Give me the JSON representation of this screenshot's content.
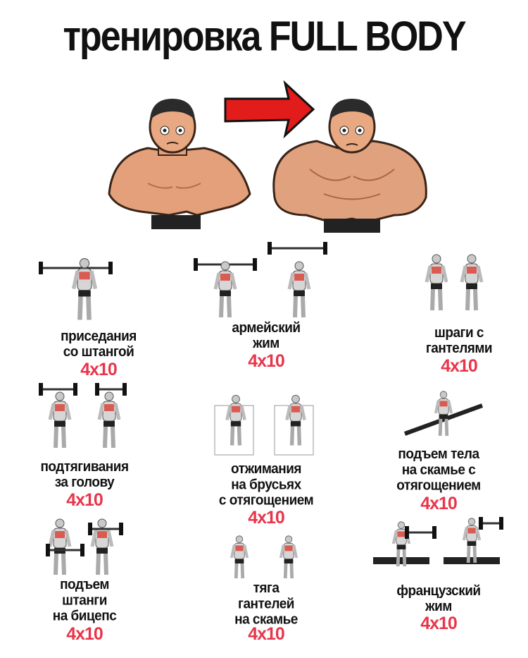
{
  "title": "тренировка FULL BODY",
  "accent_color": "#e8354a",
  "hero": {
    "before_icon": "skinny-man-icon",
    "arrow_icon": "red-arrow-icon",
    "after_icon": "muscular-man-icon"
  },
  "exercises": [
    {
      "name": "приседания\nсо штангой",
      "sets": "4x10",
      "icon": "barbell-squat-icon"
    },
    {
      "name": "армейский\nжим",
      "sets": "4x10",
      "icon": "overhead-press-icon"
    },
    {
      "name": "шраги с\nгантелями",
      "sets": "4x10",
      "icon": "dumbbell-shrug-icon"
    },
    {
      "name": "подтягивания\nза голову",
      "sets": "4x10",
      "icon": "pull-up-icon"
    },
    {
      "name": "отжимания\nна брусьях\nс отягощением",
      "sets": "4x10",
      "icon": "dips-icon"
    },
    {
      "name": "подъем тела\nна скамье с\nотягощением",
      "sets": "4x10",
      "icon": "decline-situp-icon"
    },
    {
      "name": "подъем\nштанги\nна бицепс",
      "sets": "4x10",
      "icon": "barbell-curl-icon"
    },
    {
      "name": "тяга\nгантелей\nна скамье",
      "sets": "4x10",
      "icon": "dumbbell-row-icon"
    },
    {
      "name": "французский\nжим",
      "sets": "4x10",
      "icon": "french-press-icon"
    }
  ]
}
